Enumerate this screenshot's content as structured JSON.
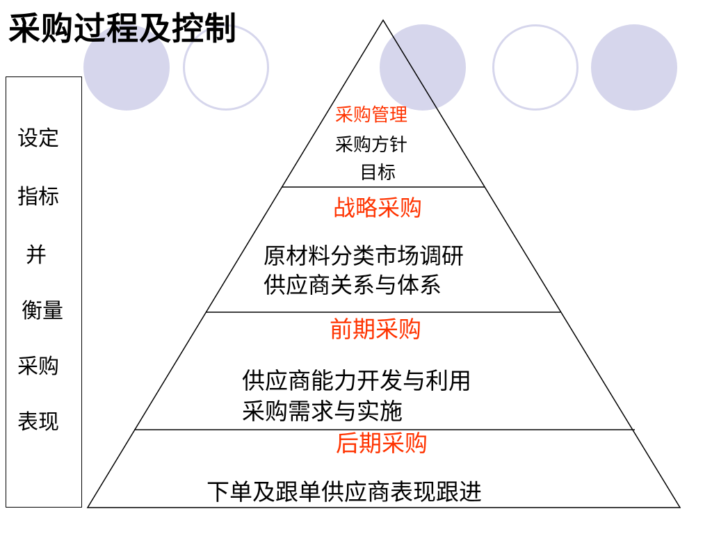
{
  "title": "采购过程及控制",
  "side_panel": {
    "lines": [
      "设定",
      "指标",
      "并",
      "衡量",
      "采购",
      "表现"
    ]
  },
  "pyramid": {
    "levels": [
      {
        "heading": "采购管理",
        "lines": [
          "采购方针",
          "目标"
        ]
      },
      {
        "heading": "战略采购",
        "lines": [
          "原材料分类市场调研",
          "供应商关系与体系"
        ]
      },
      {
        "heading": "前期采购",
        "lines": [
          "供应商能力开发与利用",
          "采购需求与实施"
        ]
      },
      {
        "heading": "后期采购",
        "lines": [
          "下单及跟单供应商表现跟进"
        ]
      }
    ]
  },
  "colors": {
    "accent_text": "#ff3300",
    "decor_circles": "#d6d6ec"
  }
}
